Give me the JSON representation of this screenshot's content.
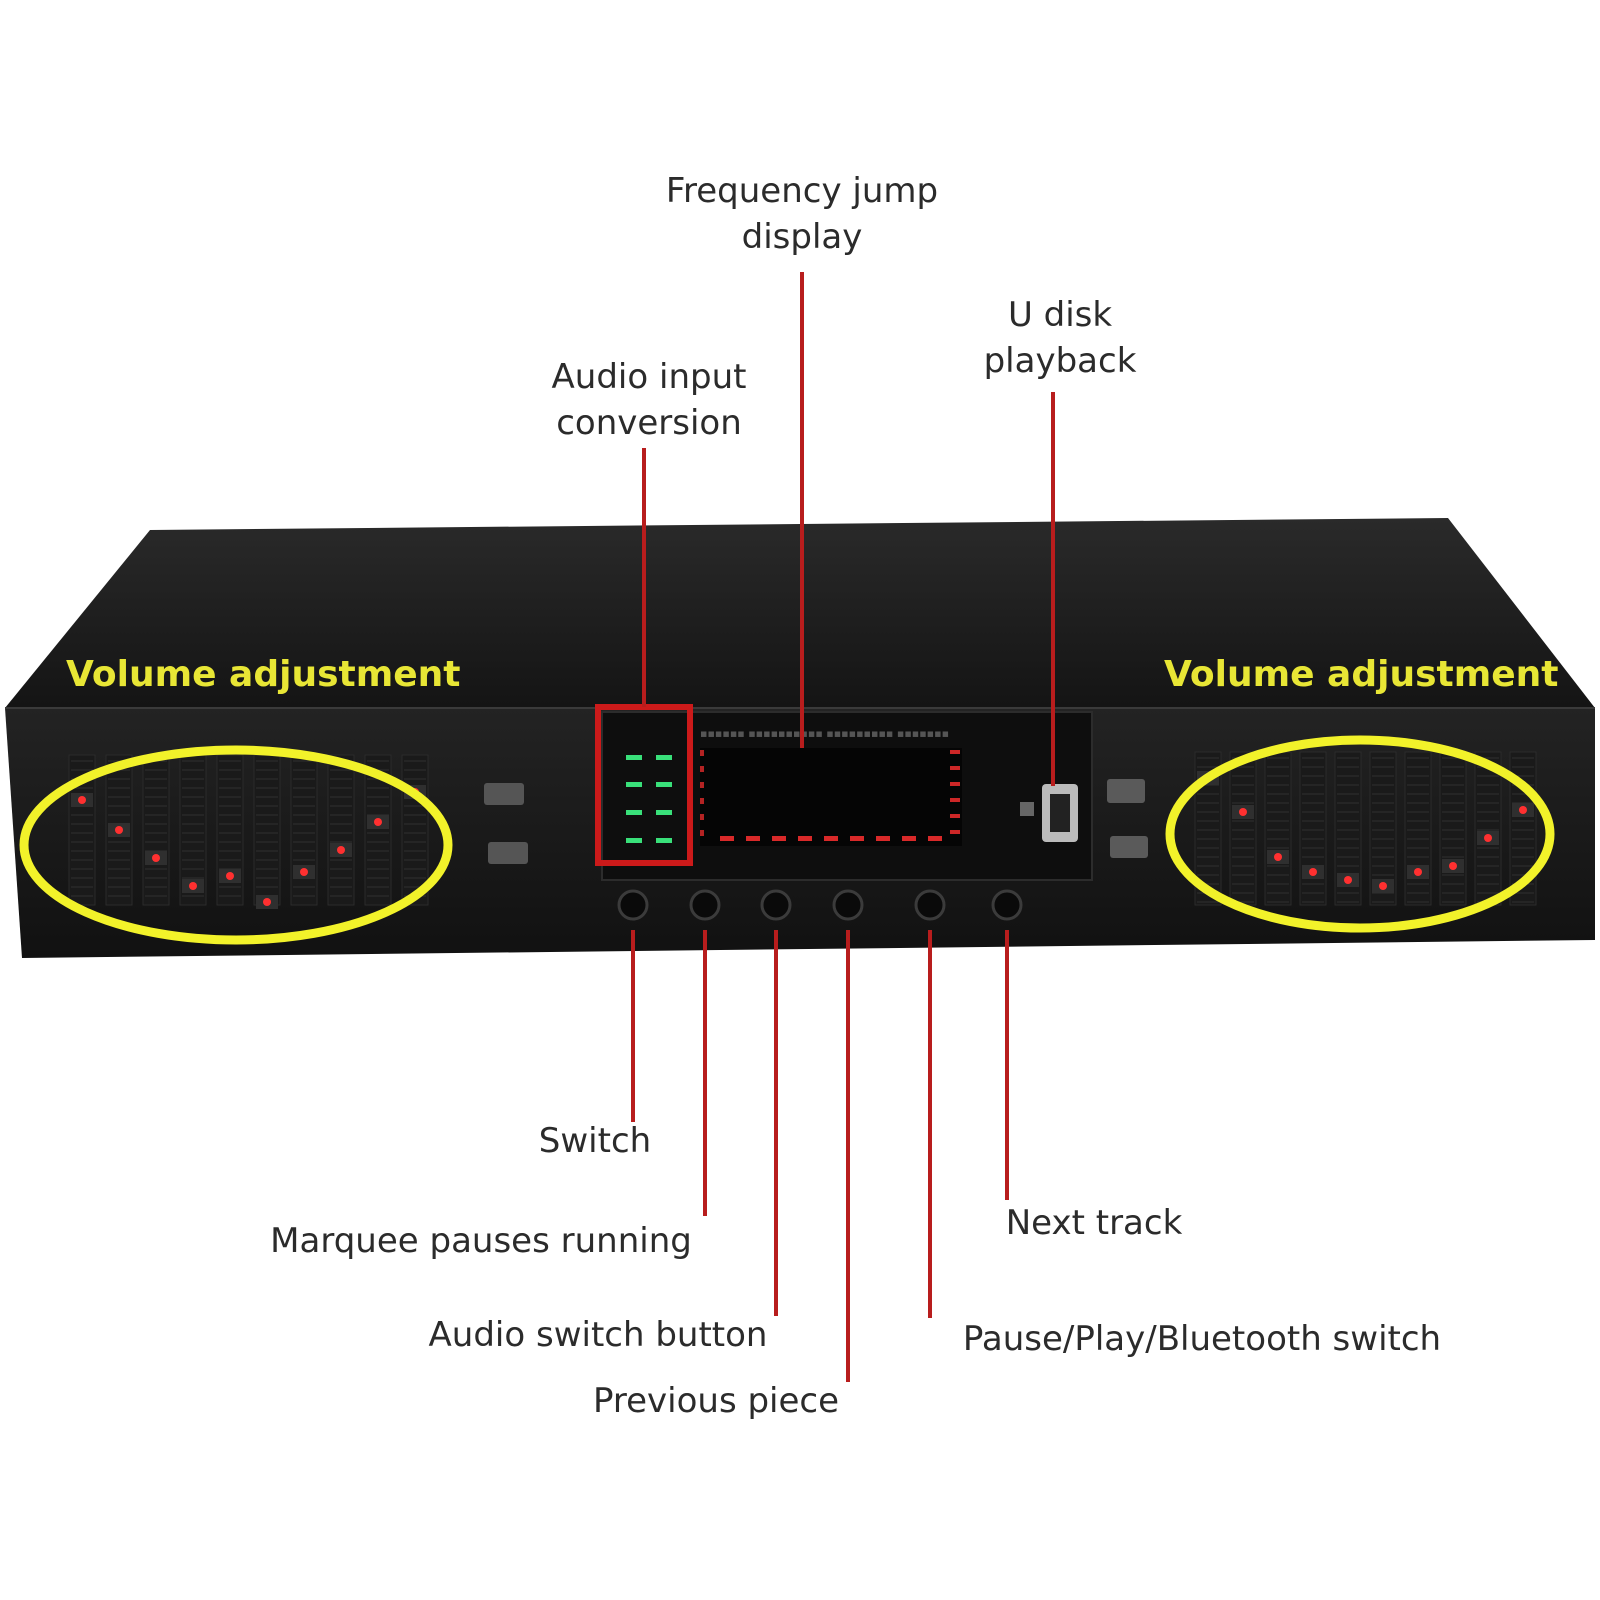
{
  "top_labels": {
    "frequency_jump": [
      "Frequency jump",
      "display"
    ],
    "u_disk": [
      "U disk",
      "playback"
    ],
    "audio_input": [
      "Audio input",
      "conversion"
    ]
  },
  "side_labels": {
    "volume_left": "Volume adjustment",
    "volume_right": "Volume adjustment"
  },
  "bottom_labels": {
    "switch": "Switch",
    "marquee": "Marquee pauses running",
    "audio_switch": "Audio switch button",
    "previous": "Previous piece",
    "next": "Next track",
    "pause_play": "Pause/Play/Bluetooth switch"
  },
  "colors": {
    "leader_line": "#b81d1d",
    "highlight_ellipse": "#f2f22a",
    "highlight_box": "#cc1a1a",
    "device_body": "#1c1c1c",
    "led_red": "#ff3030",
    "led_green": "#39e07a"
  },
  "icons": {
    "usb_port": "usb-port-icon",
    "fader": "slider-fader-icon"
  }
}
